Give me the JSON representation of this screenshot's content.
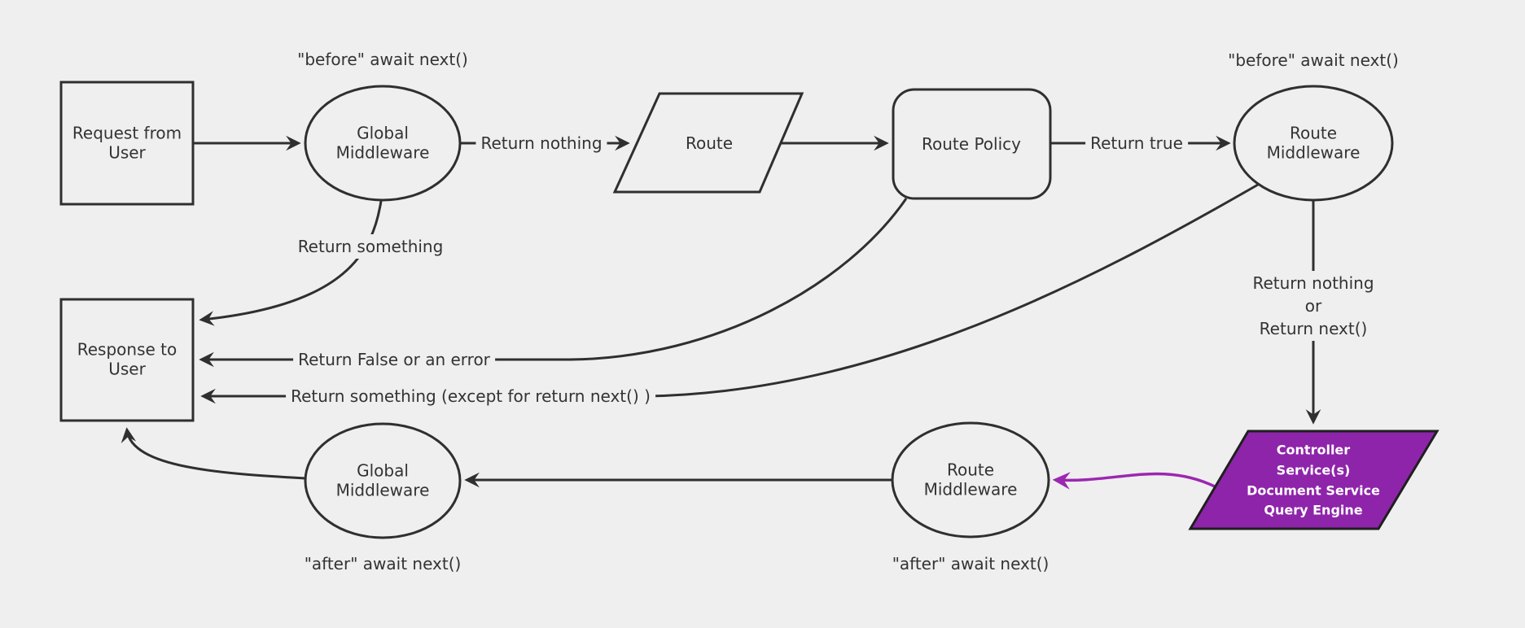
{
  "diagram": {
    "title": "Request / response middleware lifecycle flowchart",
    "colors": {
      "background": "#efefef",
      "node_fill": "#efefef",
      "stroke": "#2f2f2f",
      "text": "#333333",
      "purple_fill": "#8e24aa",
      "purple_arrow": "#9c27b0",
      "purple_text": "#ffffff"
    },
    "nodes": {
      "request_from_user": {
        "label": "Request from\nUser",
        "shape": "rectangle"
      },
      "global_middleware_before": {
        "label": "Global\nMiddleware",
        "shape": "ellipse"
      },
      "route": {
        "label": "Route",
        "shape": "parallelogram"
      },
      "route_policy": {
        "label": "Route Policy",
        "shape": "rounded-rectangle"
      },
      "route_middleware_before": {
        "label": "Route\nMiddleware",
        "shape": "ellipse"
      },
      "response_to_user": {
        "label": "Response to\nUser",
        "shape": "rectangle"
      },
      "global_middleware_after": {
        "label": "Global\nMiddleware",
        "shape": "ellipse"
      },
      "route_middleware_after": {
        "label": "Route\nMiddleware",
        "shape": "ellipse"
      },
      "controller_services": {
        "label": "Controller\nService(s)\nDocument Service\nQuery Engine",
        "shape": "parallelogram"
      }
    },
    "annotations": {
      "before_await_next_global": "\"before\" await next()",
      "before_await_next_route": "\"before\" await next()",
      "after_await_next_global": "\"after\" await next()",
      "after_await_next_route": "\"after\" await next()"
    },
    "edge_labels": {
      "return_nothing": "Return nothing",
      "return_true": "Return true",
      "return_something": "Return something",
      "return_false_or_error": "Return False or an error",
      "return_something_except": "Return something (except for return next() )",
      "return_nothing_or_next": "Return nothing\nor\nReturn next()"
    }
  }
}
